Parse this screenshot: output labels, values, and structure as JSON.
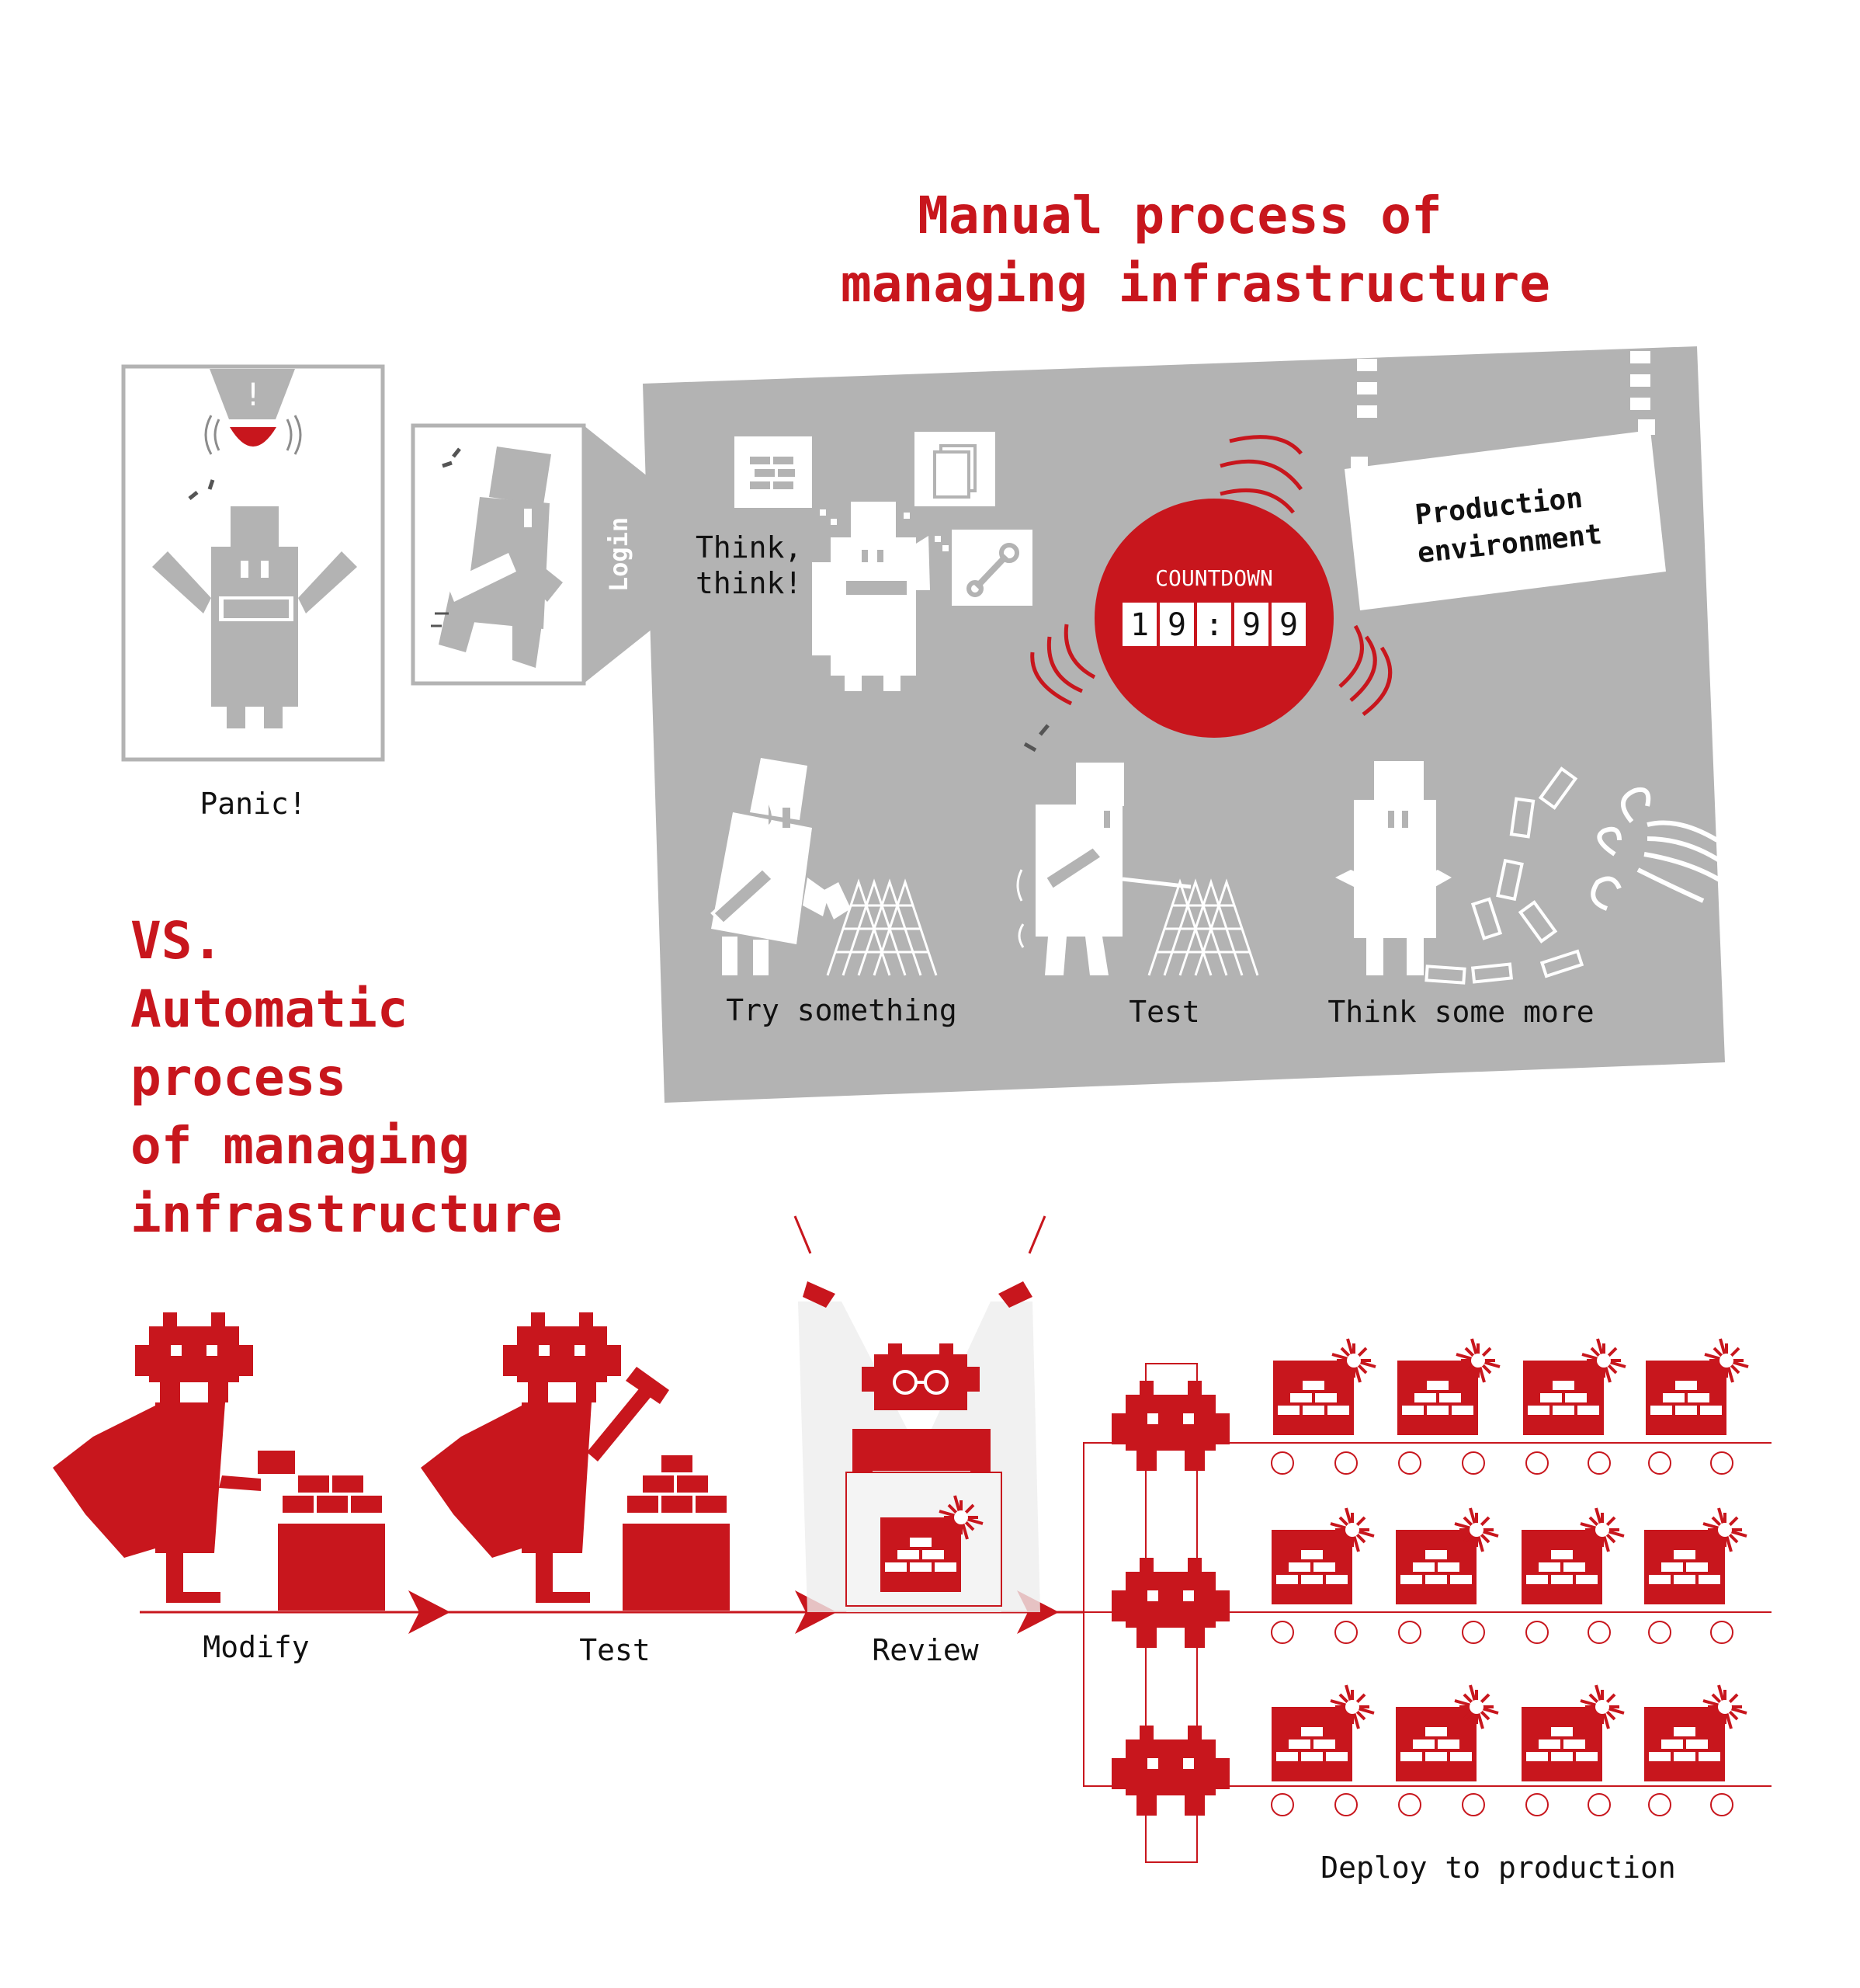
{
  "colors": {
    "red": "#c8161d",
    "gray": "#b3b3b3",
    "dark_gray": "#8c8c8c",
    "white": "#ffffff",
    "text": "#111111"
  },
  "manual": {
    "title_line1": "Manual process of",
    "title_line2": "managing infrastructure",
    "panic_label": "Panic!",
    "login_label": "Login",
    "think_line1": "Think,",
    "think_line2": "think!",
    "countdown_label": "COUNTDOWN",
    "countdown_digits": [
      "1",
      "9",
      ":",
      "9",
      "9"
    ],
    "production_line1": "Production",
    "production_line2": "environment",
    "steps": [
      "Try something",
      "Test",
      "Think some more"
    ]
  },
  "automatic": {
    "title_lines": [
      "VS.",
      "Automatic",
      "process",
      "of managing",
      "infrastructure"
    ],
    "steps": [
      "Modify",
      "Test",
      "Review",
      "Deploy to production"
    ]
  },
  "icons": [
    "alarm-light-icon",
    "brick-wall-icon",
    "documents-icon",
    "wrench-icon",
    "spotlight-icon",
    "glasses-icon",
    "explosion-icon",
    "arrow-icon"
  ]
}
